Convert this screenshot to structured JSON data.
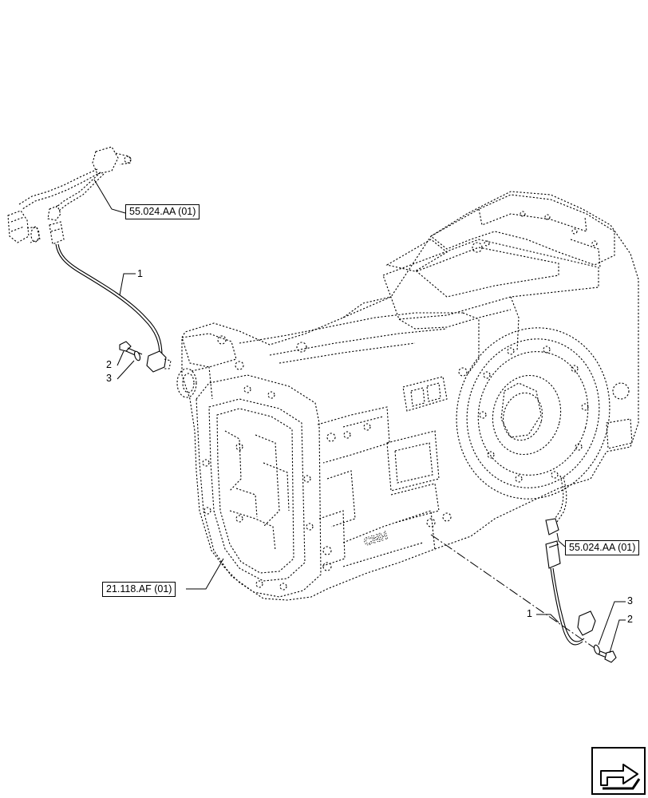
{
  "references": {
    "harness_top": "55.024.AA (01)",
    "harness_right": "55.024.AA (01)",
    "housing": "21.118.AF (01)"
  },
  "callouts": {
    "left_1": "1",
    "left_2": "2",
    "left_3": "3",
    "right_1": "1",
    "right_2": "2",
    "right_3": "3"
  },
  "housing_logo": "CNH",
  "icons": {
    "navigation": "next-page-arrow-icon"
  }
}
